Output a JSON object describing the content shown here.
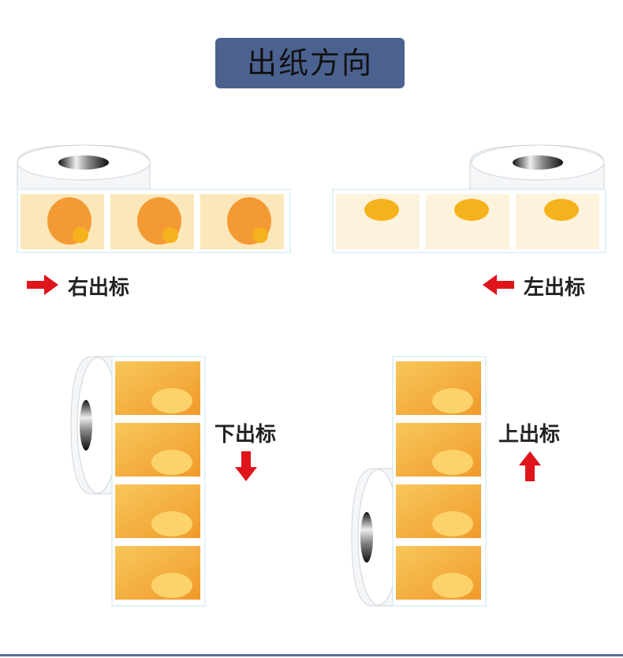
{
  "title": "出纸方向",
  "panels": {
    "right": {
      "label": "右出标"
    },
    "left": {
      "label": "左出标"
    },
    "down": {
      "label": "下出标"
    },
    "up": {
      "label": "上出标"
    }
  },
  "colors": {
    "title_bg": "#4b6291",
    "arrow": "#e0141b",
    "label_orange": "#f3a23a",
    "label_cream": "#fdf3dc"
  }
}
